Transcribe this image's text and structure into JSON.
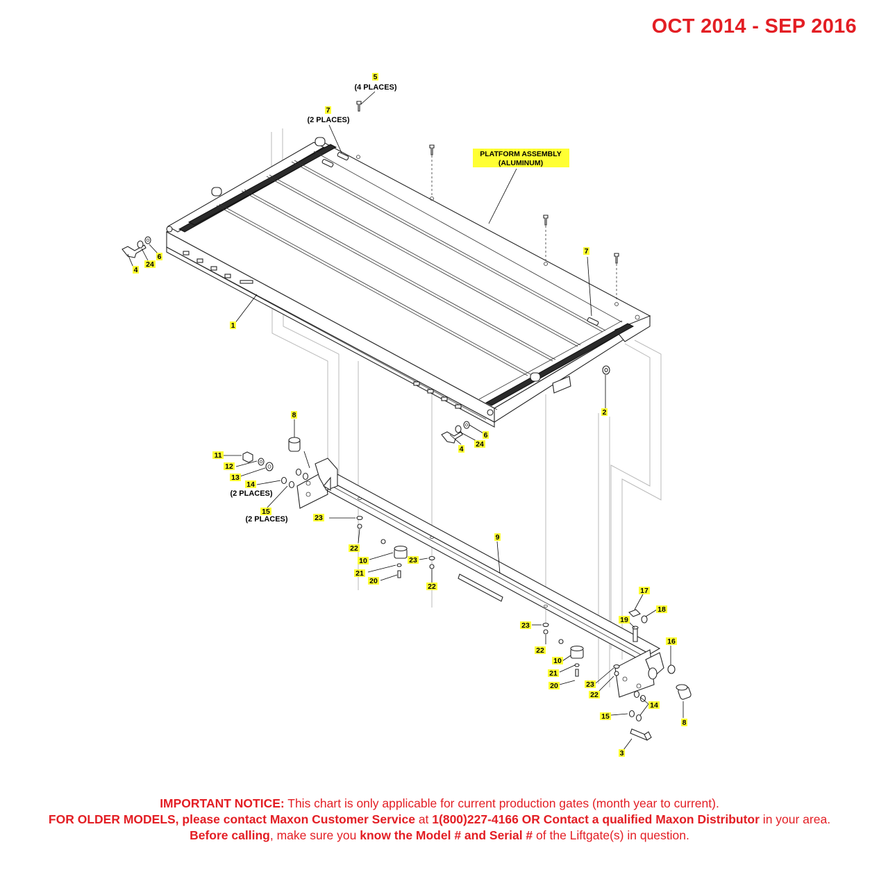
{
  "header": {
    "date_range": "OCT 2014 - SEP 2016"
  },
  "diagram": {
    "platform_label": {
      "line1": "PLATFORM ASSEMBLY",
      "line2": "(ALUMINUM)"
    },
    "callouts": [
      {
        "id": "c5",
        "num": "5",
        "note": "(4 PLACES)"
      },
      {
        "id": "c7a",
        "num": "7",
        "note": "(2 PLACES)"
      },
      {
        "id": "c7b",
        "num": "7"
      },
      {
        "id": "c4a",
        "num": "4"
      },
      {
        "id": "c24a",
        "num": "24"
      },
      {
        "id": "c6a",
        "num": "6"
      },
      {
        "id": "c1",
        "num": "1"
      },
      {
        "id": "c2",
        "num": "2"
      },
      {
        "id": "c8a",
        "num": "8"
      },
      {
        "id": "c6b",
        "num": "6"
      },
      {
        "id": "c24b",
        "num": "24"
      },
      {
        "id": "c4b",
        "num": "4"
      },
      {
        "id": "c11",
        "num": "11"
      },
      {
        "id": "c12",
        "num": "12"
      },
      {
        "id": "c13",
        "num": "13"
      },
      {
        "id": "c14a",
        "num": "14",
        "note": "(2 PLACES)"
      },
      {
        "id": "c15a",
        "num": "15",
        "note": "(2 PLACES)"
      },
      {
        "id": "c23a",
        "num": "23"
      },
      {
        "id": "c22a",
        "num": "22"
      },
      {
        "id": "c10a",
        "num": "10"
      },
      {
        "id": "c23b",
        "num": "23"
      },
      {
        "id": "c21a",
        "num": "21"
      },
      {
        "id": "c20a",
        "num": "20"
      },
      {
        "id": "c22b",
        "num": "22"
      },
      {
        "id": "c9",
        "num": "9"
      },
      {
        "id": "c17",
        "num": "17"
      },
      {
        "id": "c18",
        "num": "18"
      },
      {
        "id": "c19",
        "num": "19"
      },
      {
        "id": "c23c",
        "num": "23"
      },
      {
        "id": "c16",
        "num": "16"
      },
      {
        "id": "c22c",
        "num": "22"
      },
      {
        "id": "c10b",
        "num": "10"
      },
      {
        "id": "c21b",
        "num": "21"
      },
      {
        "id": "c20b",
        "num": "20"
      },
      {
        "id": "c23d",
        "num": "23"
      },
      {
        "id": "c22d",
        "num": "22"
      },
      {
        "id": "c14b",
        "num": "14"
      },
      {
        "id": "c15b",
        "num": "15"
      },
      {
        "id": "c8b",
        "num": "8"
      },
      {
        "id": "c3",
        "num": "3"
      }
    ]
  },
  "notice": {
    "lead_bold": "IMPORTANT NOTICE:",
    "lead_text": " This chart is only applicable for current production gates (month year to current).",
    "older_bold": "FOR OLDER MODELS, please contact Maxon Customer Service",
    "at": " at ",
    "phone_bold": "1(800)227-4166 OR Contact a qualified Maxon Distributor",
    "area": " in your area. ",
    "before_bold": "Before calling",
    "make_sure": ", make sure you ",
    "know_bold": "know the Model # and Serial #",
    "tail": " of the Liftgate(s) in question."
  },
  "colors": {
    "notice_red": "#e31e24",
    "label_highlight": "#ffff33"
  }
}
